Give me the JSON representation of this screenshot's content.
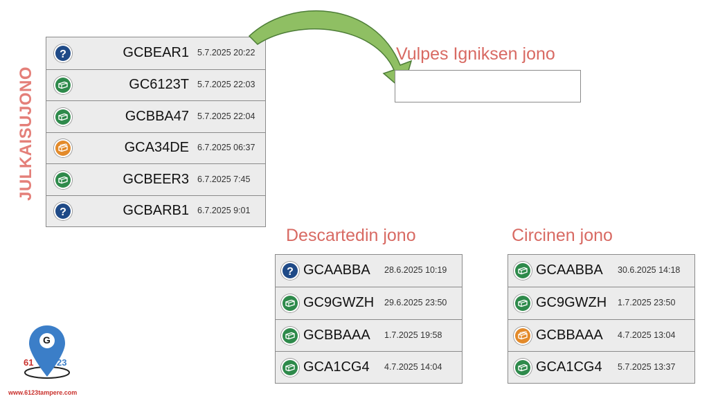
{
  "side_label": "JULKAISUJONO",
  "main_queue": [
    {
      "code": "GCBEAR1",
      "date": "5.7.2025 20:22",
      "icon": "question-icon"
    },
    {
      "code": "GC6123T",
      "date": "5.7.2025 22:03",
      "icon": "traditional-green-icon"
    },
    {
      "code": "GCBBA47",
      "date": "5.7.2025 22:04",
      "icon": "traditional-green-icon"
    },
    {
      "code": "GCA34DE",
      "date": "6.7.2025 06:37",
      "icon": "multi-orange-icon"
    },
    {
      "code": "GCBEER3",
      "date": "6.7.2025 7:45",
      "icon": "traditional-green-icon"
    },
    {
      "code": "GCBARB1",
      "date": "6.7.2025 9:01",
      "icon": "question-icon"
    }
  ],
  "vulpes": {
    "title": "Vulpes Igniksen jono"
  },
  "descartes": {
    "title": "Descartedin jono",
    "items": [
      {
        "code": "GCAABBA",
        "date": "28.6.2025 10:19",
        "icon": "question-icon"
      },
      {
        "code": "GC9GWZH",
        "date": "29.6.2025 23:50",
        "icon": "traditional-green-icon"
      },
      {
        "code": "GCBBAAA",
        "date": "1.7.2025 19:58",
        "icon": "traditional-green-icon"
      },
      {
        "code": "GCA1CG4",
        "date": "4.7.2025 14:04",
        "icon": "traditional-green-icon"
      }
    ]
  },
  "circinen": {
    "title": "Circinen jono",
    "items": [
      {
        "code": "GCAABBA",
        "date": "30.6.2025 14:18",
        "icon": "traditional-green-icon"
      },
      {
        "code": "GC9GWZH",
        "date": "1.7.2025 23:50",
        "icon": "traditional-green-icon"
      },
      {
        "code": "GCBBAAA",
        "date": "4.7.2025 13:04",
        "icon": "multi-orange-icon"
      },
      {
        "code": "GCA1CG4",
        "date": "5.7.2025 13:37",
        "icon": "traditional-green-icon"
      }
    ]
  },
  "logo": {
    "letter": "G",
    "left_num": "61",
    "right_num": "23",
    "url": "www.6123tampere.com"
  },
  "colors": {
    "green": "#2e8a4b",
    "orange": "#e38a2a",
    "blue": "#1f4a87",
    "title": "#d86a63",
    "arrow": "#8fbf63"
  }
}
